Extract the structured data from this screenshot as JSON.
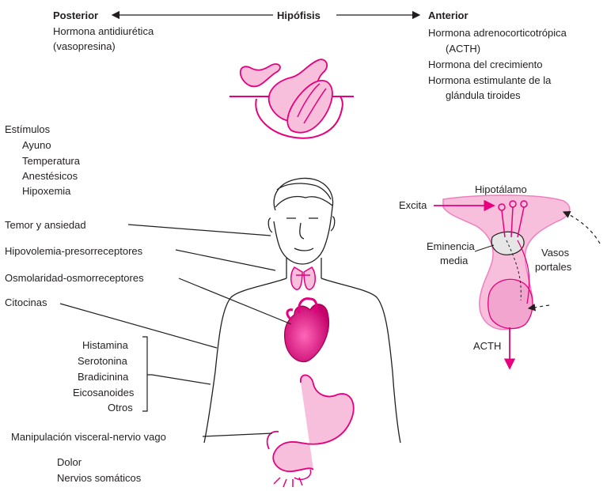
{
  "hypophysis": {
    "center": "Hipófisis",
    "posterior": {
      "title": "Posterior",
      "items": [
        "Hormona antidiurética",
        "(vasopresina)"
      ]
    },
    "anterior": {
      "title": "Anterior",
      "items": [
        "Hormona adrenocorticotrópica",
        "(ACTH)",
        "Hormona del crecimiento",
        "Hormona estimulante de la",
        "glándula tiroides"
      ]
    }
  },
  "stimuli": {
    "title": "Estímulos",
    "items": [
      "Ayuno",
      "Temperatura",
      "Anestésicos",
      "Hipoxemia"
    ]
  },
  "body_labels": {
    "fear": "Temor y ansiedad",
    "hypovolemia": "Hipovolemia-presorreceptores",
    "osmolarity": "Osmolaridad-osmorreceptores",
    "cytokines": "Citocinas",
    "mediators": [
      "Histamina",
      "Serotonina",
      "Bradicinina",
      "Eicosanoides",
      "Otros"
    ],
    "visceral": "Manipulación visceral-nervio vago",
    "pain": [
      "Dolor",
      "Nervios somáticos"
    ]
  },
  "hypothalamus_diagram": {
    "hypothalamus": "Hipotálamo",
    "excites": "Excita",
    "median_eminence": [
      "Eminencia",
      "media"
    ],
    "portal_vessels": [
      "Vasos",
      "portales"
    ],
    "acth": "ACTH"
  },
  "colors": {
    "pink": "#e6007e",
    "light_pink": "#f7bfdc",
    "mid_pink": "#ef7fbf",
    "line": "#231f20"
  }
}
